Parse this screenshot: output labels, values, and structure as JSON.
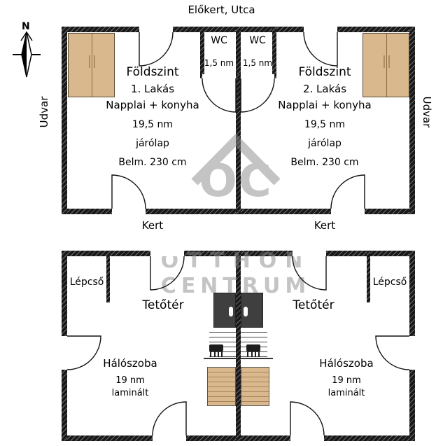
{
  "title": "Előkert, Utca",
  "compass": {
    "north": "N"
  },
  "watermark": {
    "logo": "OC",
    "line1": "OTTHON",
    "line2": "CENTRUM"
  },
  "ground_floor": {
    "side_left": "Udvar",
    "side_right": "Udvar",
    "garden_left": "Kert",
    "garden_right": "Kert",
    "wc_left": {
      "name": "WC",
      "area": "1,5 nm"
    },
    "wc_right": {
      "name": "WC",
      "area": "1,5 nm"
    },
    "unit_left": {
      "level": "Földszint",
      "unit": "1. Lakás",
      "room": "Napplai + konyha",
      "area": "19,5 nm",
      "flooring": "járólap",
      "height": "Belm. 230 cm"
    },
    "unit_right": {
      "level": "Földszint",
      "unit": "2. Lakás",
      "room": "Napplai + konyha",
      "area": "19,5 nm",
      "flooring": "járólap",
      "height": "Belm. 230 cm"
    }
  },
  "attic": {
    "stairs_left": "Lépcső",
    "stairs_right": "Lépcső",
    "unit_left": {
      "level": "Tetőtér",
      "room": "Hálószoba",
      "area": "19 nm",
      "flooring": "laminált"
    },
    "unit_right": {
      "level": "Tetőtér",
      "room": "Hálószoba",
      "area": "19 nm",
      "flooring": "laminált"
    }
  }
}
